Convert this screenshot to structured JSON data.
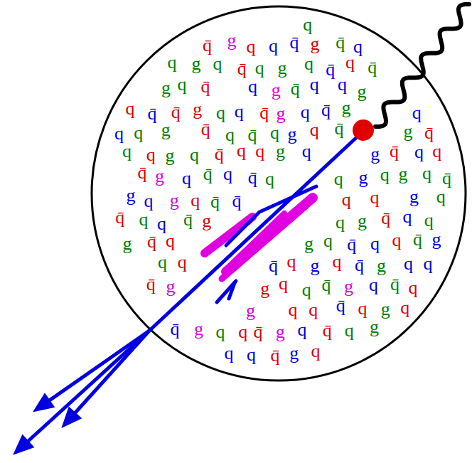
{
  "diagram": {
    "labels": [
      "q",
      "q̄",
      "g",
      "q",
      "q",
      "q̄",
      "g",
      "q̄",
      "q",
      "q",
      "g",
      "q",
      "q̄",
      "q",
      "g",
      "q",
      "q̄",
      "q",
      "q̄",
      "g",
      "q",
      "q̄",
      "q",
      "g",
      "q̄",
      "q",
      "q",
      "g",
      "q",
      "q̄",
      "q̄",
      "g",
      "q",
      "q",
      "q̄",
      "g",
      "q",
      "q̄",
      "g",
      "q",
      "q",
      "q",
      "g",
      "q̄",
      "q",
      "q̄",
      "q",
      "g",
      "q",
      "q̄",
      "g",
      "q̄",
      "q",
      "q",
      "g",
      "q",
      "q̄",
      "q",
      "q",
      "g",
      "q",
      "g",
      "q̄",
      "q",
      "q",
      "q̄",
      "g",
      "q",
      "q̄",
      "q",
      "q̄",
      "q",
      "q",
      "g",
      "q",
      "g",
      "q",
      "q̄",
      "g",
      "q",
      "g",
      "q",
      "q̄",
      "q̄",
      "q",
      "q",
      "g",
      "q",
      "q̄",
      "q",
      "q",
      "q̄",
      "g",
      "q",
      "g",
      "q̄",
      "q",
      "q",
      "g",
      "q̄",
      "q",
      "g",
      "q",
      "q̄",
      "q",
      "q",
      "q̄",
      "g",
      "q",
      "q",
      "q̄",
      "q",
      "g",
      "q",
      "q̄",
      "g",
      "q",
      "q",
      "q̄",
      "g",
      "g",
      "q",
      "q",
      "q̄",
      "g",
      "q",
      "q̄",
      "q",
      "g",
      "q",
      "q",
      "q̄",
      "q",
      "g",
      "q",
      "q̄",
      "g",
      "q",
      "q",
      "q̄",
      "g",
      "q",
      "q̄",
      "q",
      "g",
      "q",
      "q",
      "q̄",
      "g",
      "q"
    ]
  }
}
